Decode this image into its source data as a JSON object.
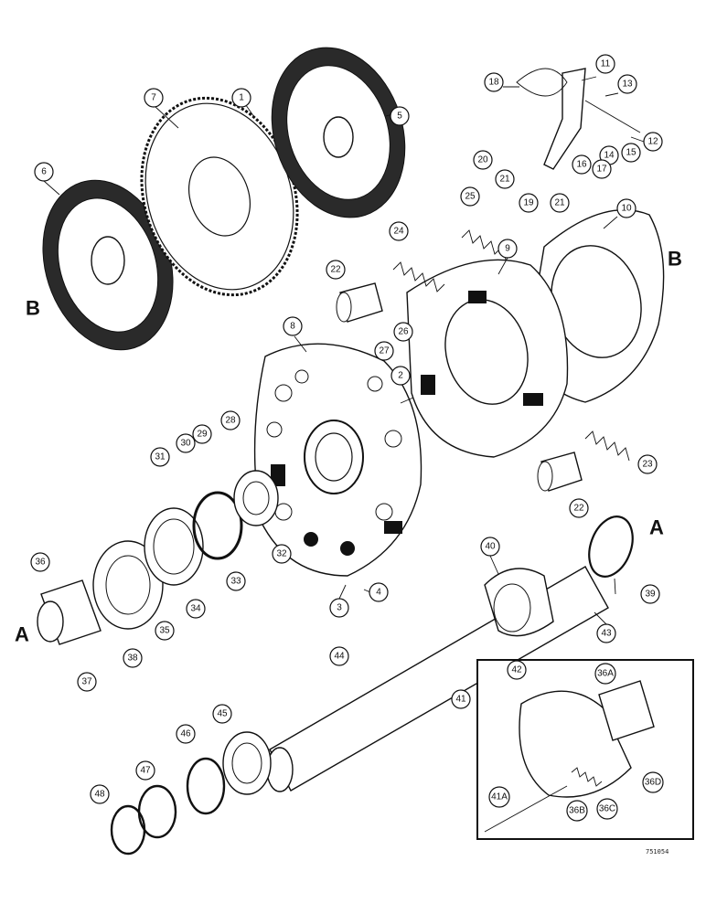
{
  "figure_code": "751054",
  "callouts": [
    {
      "id": "c1",
      "label": "1"
    },
    {
      "id": "c2",
      "label": "2"
    },
    {
      "id": "c3",
      "label": "3"
    },
    {
      "id": "c4",
      "label": "4"
    },
    {
      "id": "c5",
      "label": "5"
    },
    {
      "id": "c6",
      "label": "6"
    },
    {
      "id": "c7",
      "label": "7"
    },
    {
      "id": "c8",
      "label": "8"
    },
    {
      "id": "c9",
      "label": "9"
    },
    {
      "id": "c10",
      "label": "10"
    },
    {
      "id": "c11",
      "label": "11"
    },
    {
      "id": "c12",
      "label": "12"
    },
    {
      "id": "c13",
      "label": "13"
    },
    {
      "id": "c14",
      "label": "14"
    },
    {
      "id": "c15",
      "label": "15"
    },
    {
      "id": "c16",
      "label": "16"
    },
    {
      "id": "c17",
      "label": "17"
    },
    {
      "id": "c18",
      "label": "18"
    },
    {
      "id": "c19",
      "label": "19"
    },
    {
      "id": "c20",
      "label": "20"
    },
    {
      "id": "c21a",
      "label": "21"
    },
    {
      "id": "c21b",
      "label": "21"
    },
    {
      "id": "c22a",
      "label": "22"
    },
    {
      "id": "c22b",
      "label": "22"
    },
    {
      "id": "c23",
      "label": "23"
    },
    {
      "id": "c24",
      "label": "24"
    },
    {
      "id": "c25",
      "label": "25"
    },
    {
      "id": "c26",
      "label": "26"
    },
    {
      "id": "c27",
      "label": "27"
    },
    {
      "id": "c28",
      "label": "28"
    },
    {
      "id": "c29",
      "label": "29"
    },
    {
      "id": "c30",
      "label": "30"
    },
    {
      "id": "c31",
      "label": "31"
    },
    {
      "id": "c32",
      "label": "32"
    },
    {
      "id": "c33",
      "label": "33"
    },
    {
      "id": "c34",
      "label": "34"
    },
    {
      "id": "c35",
      "label": "35"
    },
    {
      "id": "c36",
      "label": "36"
    },
    {
      "id": "c37",
      "label": "37"
    },
    {
      "id": "c38",
      "label": "38"
    },
    {
      "id": "c39",
      "label": "39"
    },
    {
      "id": "c40",
      "label": "40"
    },
    {
      "id": "c41",
      "label": "41"
    },
    {
      "id": "c42",
      "label": "42"
    },
    {
      "id": "c43",
      "label": "43"
    },
    {
      "id": "c44",
      "label": "44"
    },
    {
      "id": "c45",
      "label": "45"
    },
    {
      "id": "c46",
      "label": "46"
    },
    {
      "id": "c47",
      "label": "47"
    },
    {
      "id": "c48",
      "label": "48"
    },
    {
      "id": "c36a",
      "label": "36A"
    },
    {
      "id": "c36b",
      "label": "36B"
    },
    {
      "id": "c36c",
      "label": "36C"
    },
    {
      "id": "c36d",
      "label": "36D"
    },
    {
      "id": "c41a",
      "label": "41A"
    }
  ],
  "letters": [
    {
      "id": "B_left",
      "label": "B"
    },
    {
      "id": "B_right",
      "label": "B"
    },
    {
      "id": "A_left",
      "label": "A"
    },
    {
      "id": "A_right",
      "label": "A"
    }
  ]
}
